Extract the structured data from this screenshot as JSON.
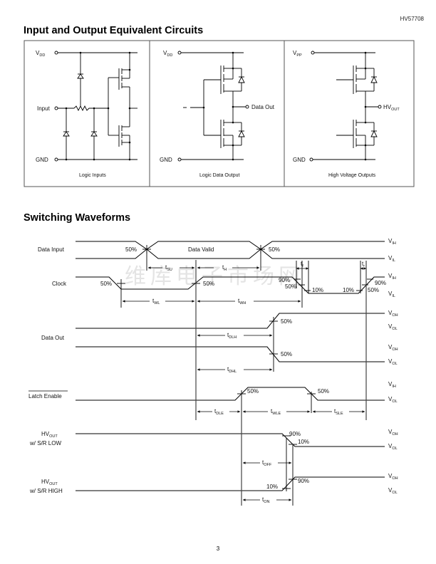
{
  "header": {
    "part_number": "HV57708"
  },
  "sections": {
    "circuits_title": "Input and Output Equivalent Circuits",
    "waveforms_title": "Switching Waveforms"
  },
  "circuits": [
    {
      "caption": "Logic Inputs",
      "rails": {
        "top": "V",
        "top_sub": "DD",
        "bottom": "GND"
      },
      "pin": "Input"
    },
    {
      "caption": "Logic Data Output",
      "rails": {
        "top": "V",
        "top_sub": "DD",
        "bottom": "GND"
      },
      "pin": "Data Out"
    },
    {
      "caption": "High Voltage Outputs",
      "rails": {
        "top": "V",
        "top_sub": "PP",
        "bottom": "GND"
      },
      "pin": "HV",
      "pin_sub": "OUT"
    }
  ],
  "waveforms": {
    "signals": [
      {
        "name": "Data Input"
      },
      {
        "name": "Clock"
      },
      {
        "name": "Data Out"
      },
      {
        "name": "Latch Enable",
        "overbar": true
      },
      {
        "name": "HV",
        "name_sub": "OUT",
        "name_line2": "w/ S/R LOW"
      },
      {
        "name": "HV",
        "name_sub": "OUT",
        "name_line2": "w/ S/R HIGH"
      }
    ],
    "data_valid": "Data Valid",
    "levels": {
      "vih": {
        "v": "V",
        "s": "IH"
      },
      "vil": {
        "v": "V",
        "s": "IL"
      },
      "voh": {
        "v": "V",
        "s": "OH"
      },
      "vol": {
        "v": "V",
        "s": "OL"
      }
    },
    "percent": {
      "p50": "50%",
      "p90": "90%",
      "p10": "10%"
    },
    "timings": {
      "tsu": {
        "t": "t",
        "s": "SU"
      },
      "th": {
        "t": "t",
        "s": "H"
      },
      "tf": {
        "t": "t",
        "s": "f"
      },
      "tr": {
        "t": "t",
        "s": "r"
      },
      "twl": {
        "t": "t",
        "s": "WL"
      },
      "twh": {
        "t": "t",
        "s": "WH"
      },
      "tdlh": {
        "t": "t",
        "s": "DLH"
      },
      "tdhl": {
        "t": "t",
        "s": "DHL"
      },
      "tdle": {
        "t": "t",
        "s": "DLE"
      },
      "twle": {
        "t": "t",
        "s": "WLE"
      },
      "tsle": {
        "t": "t",
        "s": "SLE"
      },
      "toff": {
        "t": "t",
        "s": "OFF"
      },
      "ton": {
        "t": "t",
        "s": "ON"
      }
    }
  },
  "watermark": "维库电子市场网",
  "footer": {
    "page_number": "3"
  }
}
